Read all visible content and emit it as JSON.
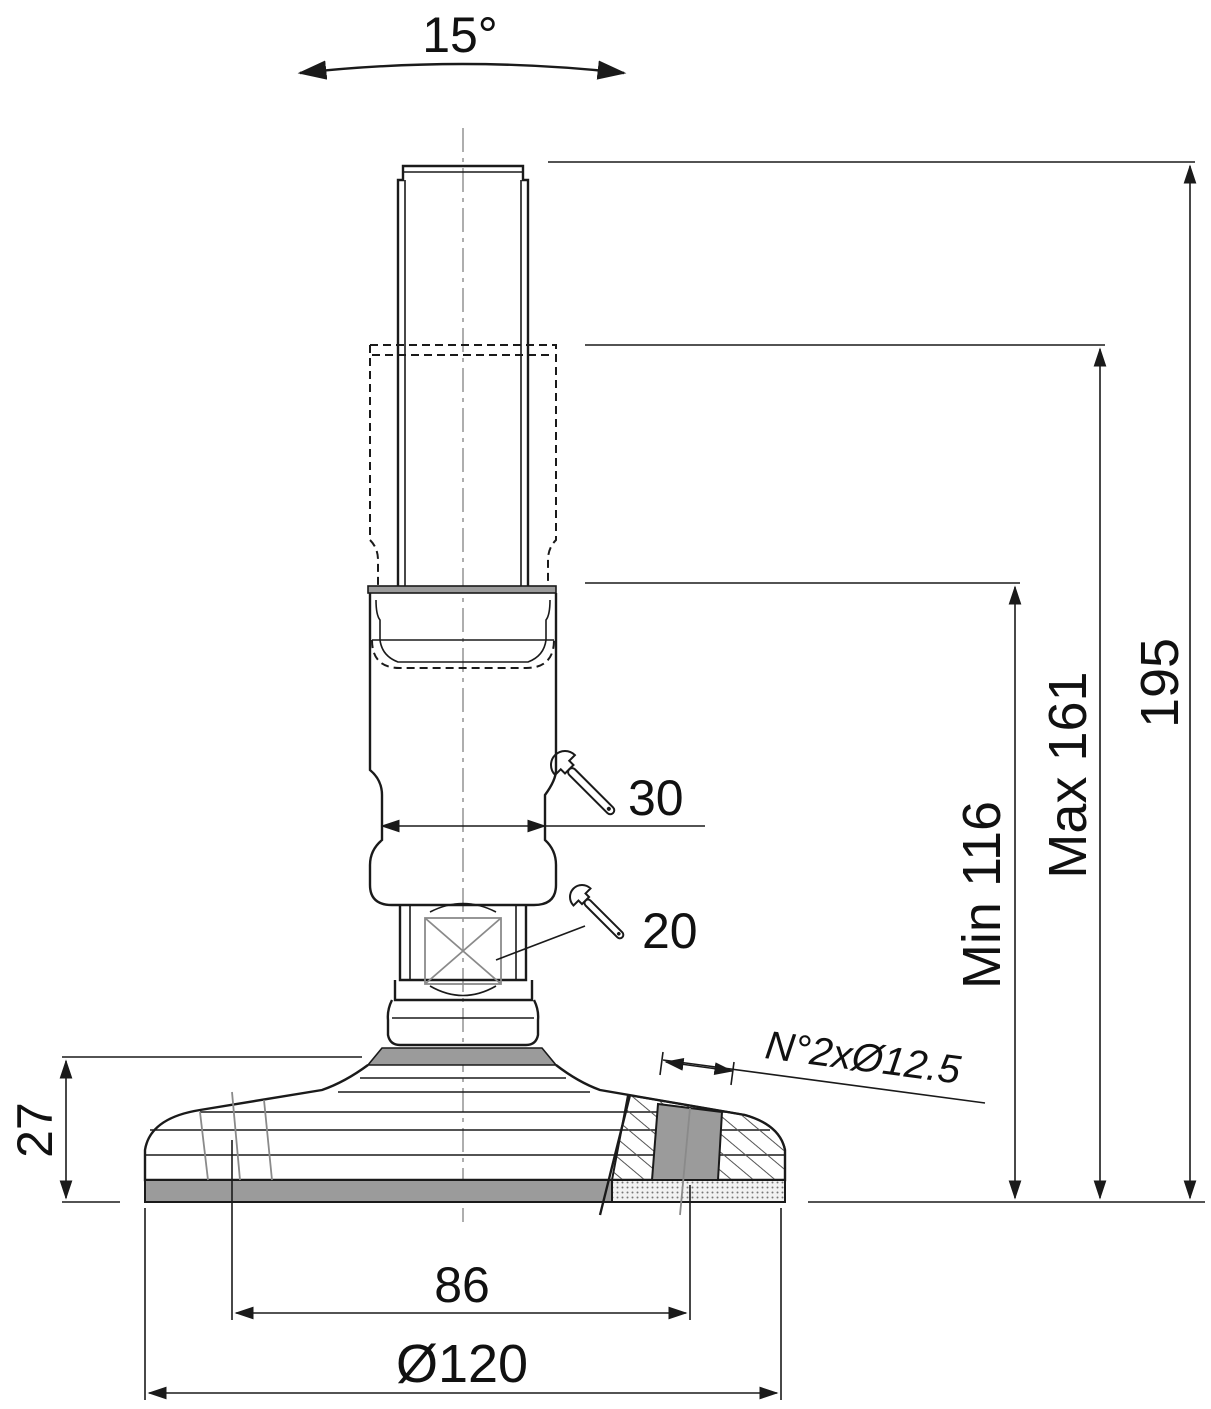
{
  "drawing": {
    "tilt_angle_label": "15°",
    "overall_height_label": "195",
    "max_height_label": "Max 161",
    "min_height_label": "Min 116",
    "base_height_label": "27",
    "wrench_large_label": "30",
    "wrench_small_label": "20",
    "holes_label": "N°2xØ12.5",
    "hole_spacing_label": "86",
    "base_diameter_label": "Ø120"
  },
  "colors": {
    "line": "#1a1a1a",
    "grey_fill": "#9b9b9b",
    "hatch": "#555555",
    "background": "#ffffff"
  }
}
